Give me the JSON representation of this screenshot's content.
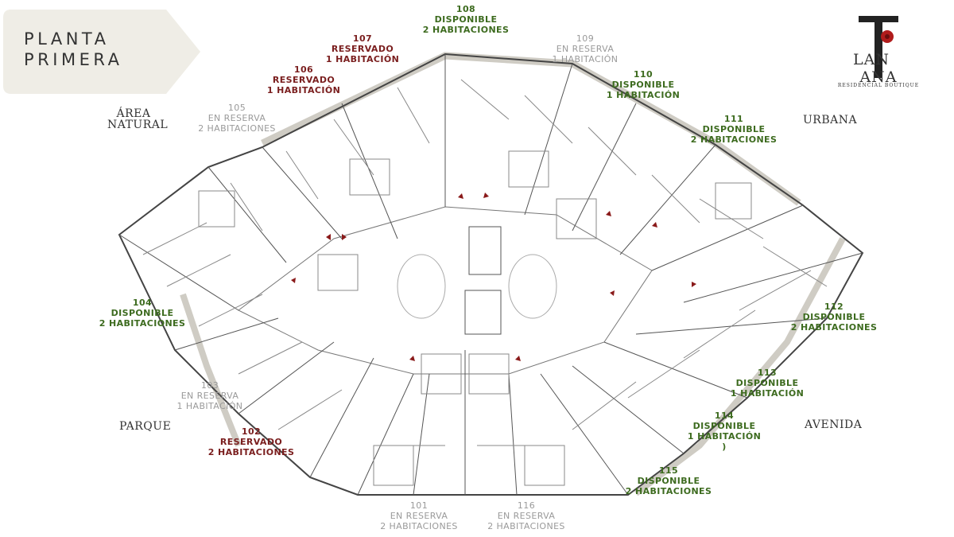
{
  "title": {
    "line1": "PLANTA",
    "line2": "PRIMERA"
  },
  "logo": {
    "name_left": "LAN",
    "name_right": "ANA",
    "subtitle": "RESIDENCIAL BOUTIQUE"
  },
  "zones": {
    "area_natural": "ÁREA NATURAL",
    "urbana": "URBANA",
    "parque": "PARQUE",
    "avenida": "AVENIDA"
  },
  "units": {
    "u101": {
      "number": "101",
      "status": "EN RESERVA",
      "rooms": "2 HABITACIONES"
    },
    "u102": {
      "number": "102",
      "status": "RESERVADO",
      "rooms": "2 HABITACIONES"
    },
    "u103": {
      "number": "103",
      "status": "EN RESERVA",
      "rooms": "1 HABITACIÓN"
    },
    "u104": {
      "number": "104",
      "status": "DISPONIBLE",
      "rooms": "2 HABITACIONES"
    },
    "u105": {
      "number": "105",
      "status": "EN RESERVA",
      "rooms": "2 HABITACIONES"
    },
    "u106": {
      "number": "106",
      "status": "RESERVADO",
      "rooms": "1 HABITACIÓN"
    },
    "u107": {
      "number": "107",
      "status": "RESERVADO",
      "rooms": "1 HABITACIÓN"
    },
    "u108": {
      "number": "108",
      "status": "DISPONIBLE",
      "rooms": "2 HABITACIONES"
    },
    "u109": {
      "number": "109",
      "status": "EN RESERVA",
      "rooms": "1 HABITACIÓN"
    },
    "u110": {
      "number": "110",
      "status": "DISPONIBLE",
      "rooms": "1 HABITACIÓN"
    },
    "u111": {
      "number": "111",
      "status": "DISPONIBLE",
      "rooms": "2 HABITACIONES"
    },
    "u112": {
      "number": "112",
      "status": "DISPONIBLE",
      "rooms": "2 HABITACIONES"
    },
    "u113": {
      "number": "113",
      "status": "DISPONIBLE",
      "rooms": "1 HABITACIÓN"
    },
    "u114": {
      "number": "114",
      "status": "DISPONIBLE",
      "rooms": "1 HABITACIÓN",
      "extra": ")"
    },
    "u115": {
      "number": "115",
      "status": "DISPONIBLE",
      "rooms": "2 HABITACIONES"
    },
    "u116": {
      "number": "116",
      "status": "EN RESERVA",
      "rooms": "2 HABITACIONES"
    }
  },
  "colors": {
    "disponible": "#3d6b1f",
    "reservado": "#7a1e1e",
    "en_reserva": "#9a9a9a",
    "tab": "#efede6",
    "terrace": "#d6d3cc"
  }
}
